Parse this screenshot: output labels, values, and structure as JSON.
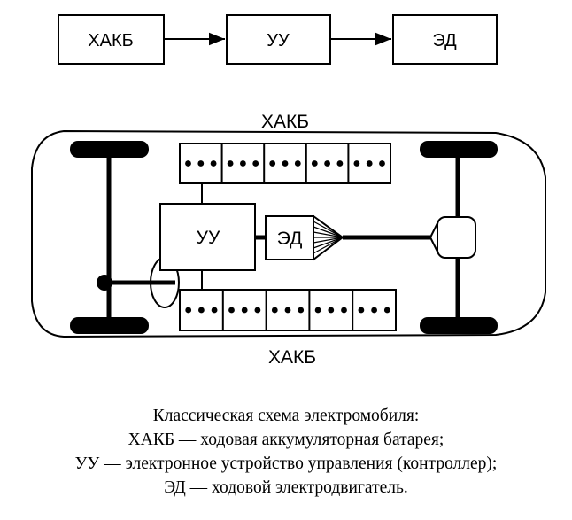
{
  "flow": {
    "battery": "ХАКБ",
    "controller": "УУ",
    "motor": "ЭД"
  },
  "car": {
    "battery_top": "ХАКБ",
    "battery_bottom": "ХАКБ",
    "controller": "УУ",
    "motor": "ЭД"
  },
  "caption": {
    "line1": "Классическая схема электромобиля:",
    "line2": "ХАКБ — ходовая аккумуляторная батарея;",
    "line3": "УУ — электронное устройство управления (контроллер);",
    "line4": "ЭД — ходовой электродвигатель."
  }
}
